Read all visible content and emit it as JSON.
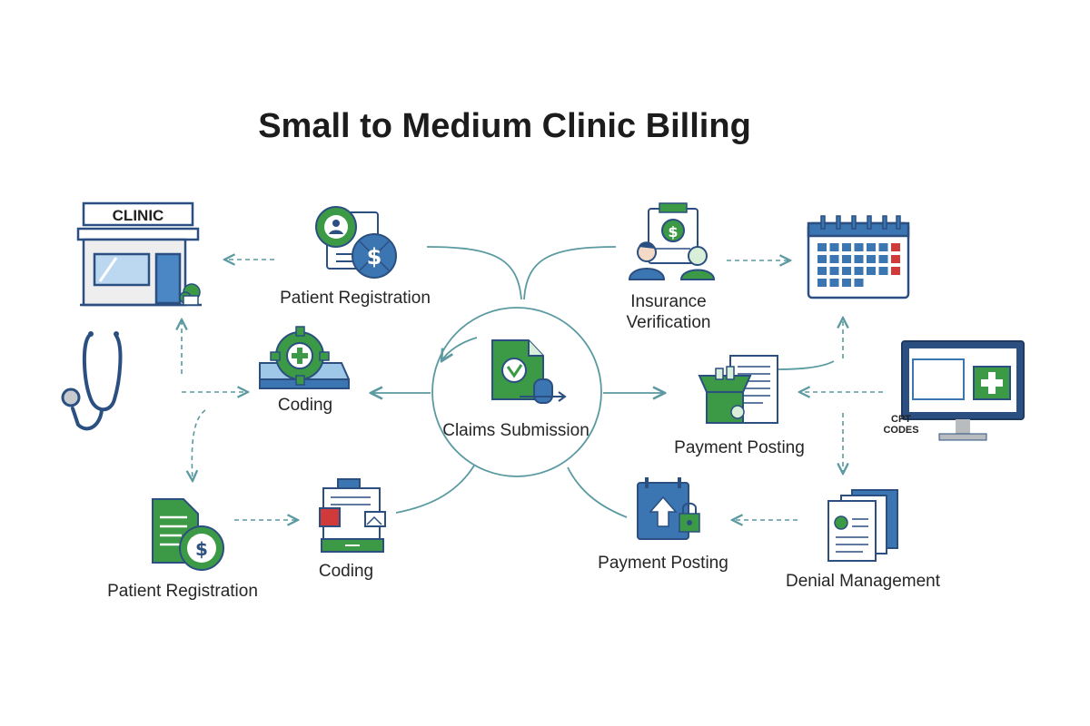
{
  "title": "Small to Medium Clinic Billing",
  "colors": {
    "primary_blue": "#3b75b2",
    "dark_blue": "#2a4f80",
    "light_blue": "#9fc7e8",
    "primary_green": "#3c9a46",
    "light_green": "#d9efd7",
    "red": "#d13a3a",
    "arrow": "#5a9aa0",
    "gray": "#b9bcbf",
    "text": "#262626"
  },
  "nodes": {
    "clinic": {
      "sign": "CLINIC",
      "icon": "clinic-building-icon"
    },
    "stethoscope": {
      "icon": "stethoscope-icon"
    },
    "patient_registration_top": {
      "label": "Patient Registration",
      "icon": "patient-registration-icon"
    },
    "coding_mid": {
      "label": "Coding",
      "icon": "coding-gear-icon"
    },
    "claims_submission": {
      "label": "Claims Submission",
      "icon": "claims-document-icon"
    },
    "insurance_verification": {
      "label_line1": "Insurance",
      "label_line2": "Verification",
      "icon": "insurance-verification-icon"
    },
    "calendar": {
      "icon": "calendar-icon"
    },
    "payment_posting_right": {
      "label": "Payment Posting",
      "icon": "payment-posting-icon"
    },
    "cpt_monitor": {
      "label_line1": "CPT",
      "label_line2": "CODES",
      "icon": "cpt-codes-monitor-icon"
    },
    "patient_registration_bottom": {
      "label": "Patient Registration",
      "icon": "patient-invoice-icon"
    },
    "coding_bottom": {
      "label": "Coding",
      "icon": "coding-printer-icon"
    },
    "payment_posting_bottom": {
      "label": "Payment Posting",
      "icon": "payment-upload-icon"
    },
    "denial_management": {
      "label": "Denial Management",
      "icon": "denial-documents-icon"
    }
  }
}
